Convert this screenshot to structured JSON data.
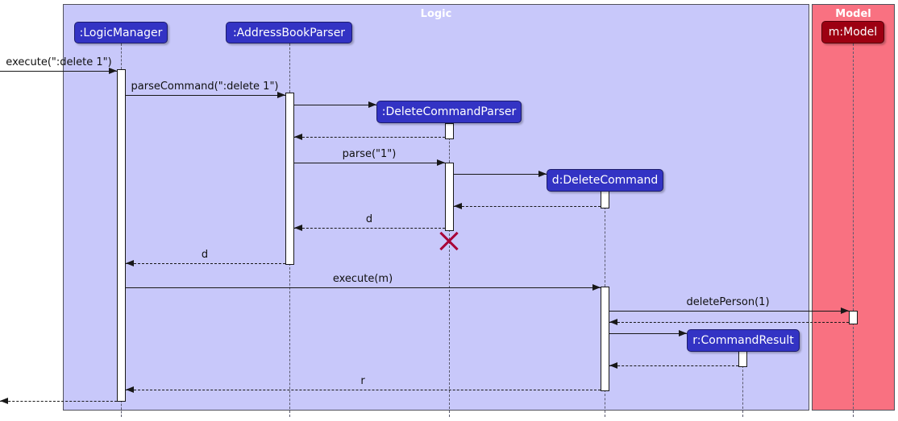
{
  "frames": {
    "logic": {
      "label": "Logic"
    },
    "model": {
      "label": "Model"
    }
  },
  "participants": [
    {
      "id": "logic-manager",
      "label": ":LogicManager"
    },
    {
      "id": "address-book-parser",
      "label": ":AddressBookParser"
    },
    {
      "id": "delete-command-parser",
      "label": ":DeleteCommandParser"
    },
    {
      "id": "delete-command",
      "label": "d:DeleteCommand"
    },
    {
      "id": "command-result",
      "label": "r:CommandResult"
    },
    {
      "id": "model",
      "label": "m:Model"
    }
  ],
  "messages": [
    {
      "label": "execute(\":delete 1\")",
      "kind": "sync"
    },
    {
      "label": "parseCommand(\":delete 1\")",
      "kind": "sync"
    },
    {
      "label": "",
      "kind": "create"
    },
    {
      "label": "",
      "kind": "return"
    },
    {
      "label": "parse(\"1\")",
      "kind": "sync"
    },
    {
      "label": "",
      "kind": "create"
    },
    {
      "label": "",
      "kind": "return"
    },
    {
      "label": "d",
      "kind": "return"
    },
    {
      "label": "d",
      "kind": "return"
    },
    {
      "label": "execute(m)",
      "kind": "sync"
    },
    {
      "label": "deletePerson(1)",
      "kind": "sync"
    },
    {
      "label": "",
      "kind": "return"
    },
    {
      "label": "",
      "kind": "create"
    },
    {
      "label": "",
      "kind": "return"
    },
    {
      "label": "r",
      "kind": "return"
    },
    {
      "label": "",
      "kind": "return"
    }
  ],
  "colors": {
    "logic_frame_fill": "#C8C8FA",
    "model_frame_fill": "#F97181",
    "logic_participant_fill": "#3333C4",
    "model_participant_fill": "#9D0012",
    "participant_text": "#FFFFFF",
    "line": "#181818",
    "destroy_x": "#A80036"
  }
}
